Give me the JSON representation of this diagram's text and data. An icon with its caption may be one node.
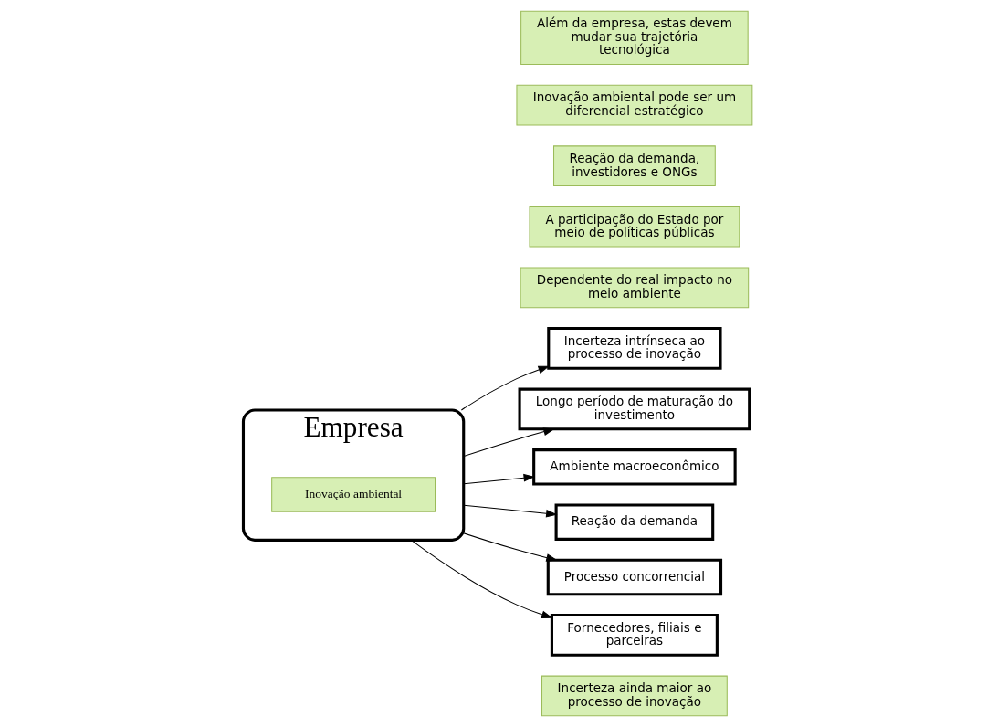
{
  "diagram": {
    "nodes": [
      {
        "text": [
          "Incerteza ainda maior ao processo de inovação"
        ]
      },
      {
        "text": [
          "Incerteza intrínseca ao processo de inovação"
        ]
      },
      {
        "text": [
          "Dependente do real impacto no meio ambiente"
        ]
      },
      {
        "text": [
          "Longo período de maturação do investimento"
        ]
      },
      {
        "text": [
          "A participação do Estado por meio de políticas públicas"
        ]
      },
      {
        "text": [
          "Reação da demanda, investidores e ONGs"
        ]
      },
      {
        "text": [
          "Empresa"
        ]
      },
      {
        "text": [
          "Inovação ambiental"
        ],
        "in": 6
      },
      {
        "text": [
          "Ambiente macroeconômico"
        ]
      },
      {
        "text": [
          "Reação da demanda"
        ]
      },
      {
        "text": [
          "Processo concorrencial"
        ]
      },
      {
        "text": [
          "Fornecedores, filiais e parceiras"
        ]
      },
      {
        "text": [
          "Inovação ambiental pode ser um diferencial estratégico"
        ]
      },
      {
        "text": [
          "Além da empresa, estas devem mudar sua trajetória tecnológica"
        ]
      }
    ],
    "edges": [
      {
        "from": 6,
        "to": 1,
        "arrow": "to"
      },
      {
        "from": 6,
        "to": 3,
        "arrow": "to"
      },
      {
        "from": 6,
        "to": 8,
        "arrow": "to"
      },
      {
        "from": 6,
        "to": 9,
        "arrow": "to"
      },
      {
        "from": 6,
        "to": 10,
        "arrow": "to"
      },
      {
        "from": 6,
        "to": 11,
        "arrow": "to"
      }
    ]
  }
}
